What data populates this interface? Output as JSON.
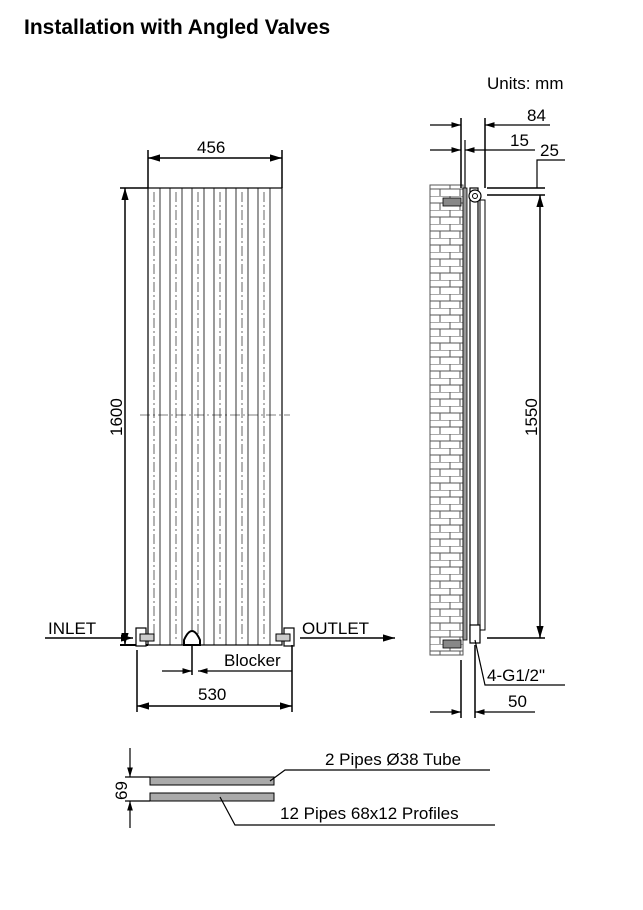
{
  "title": "Installation with Angled Valves",
  "units": "Units: mm",
  "front_view": {
    "width_label": "456",
    "height_label": "1600",
    "inlet": "INLET",
    "outlet": "OUTLET",
    "blocker": "Blocker",
    "pipe_centres": "530"
  },
  "side_view": {
    "depth_label": "84",
    "wall_gap_label": "15",
    "top_offset_label": "25",
    "pipe_height_label": "1550",
    "connections": "4-G1/2\"",
    "pipe_offset_label": "50"
  },
  "section_view": {
    "depth_label": "69",
    "tube_label": "2 Pipes Ø38 Tube",
    "profile_label": "12 Pipes 68x12 Profiles"
  }
}
